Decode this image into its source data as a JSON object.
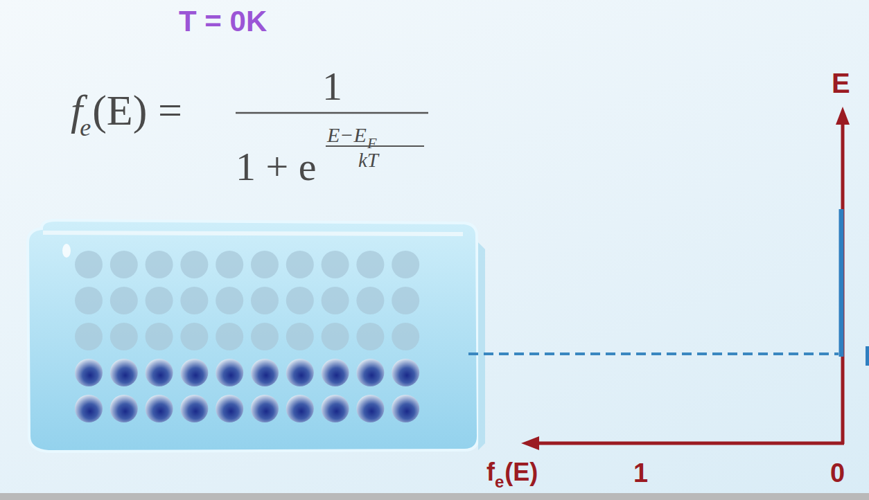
{
  "diagram": {
    "title": "T = 0K",
    "labels": [
      "f",
      "e",
      "(E) =",
      "1",
      "1 + e",
      "E−E",
      "F",
      "kT",
      "E",
      "f",
      "e",
      "(E)",
      "1",
      "0"
    ]
  }
}
